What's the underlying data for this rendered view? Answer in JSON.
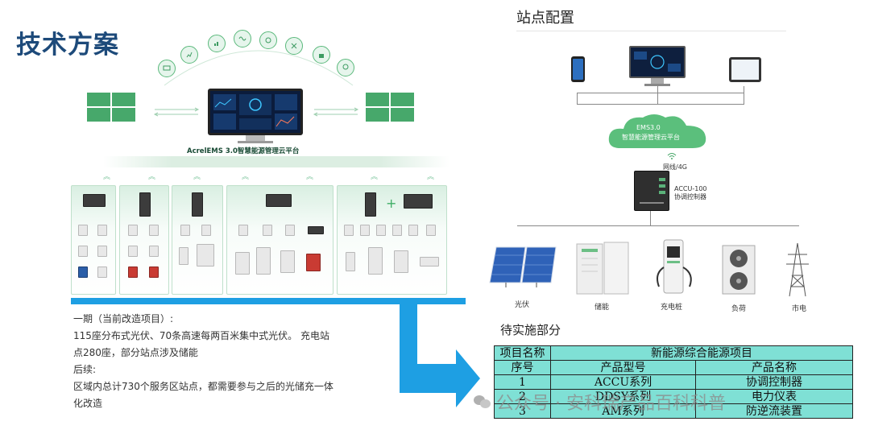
{
  "page_title": "技术方案",
  "platform": {
    "name": "AcrelEMS 3.0智慧能源管理云平台"
  },
  "phase": {
    "heading": "一期（当前改造项目）:",
    "line1": "115座分布式光伏、70条高速每两百米集中式光伏。 充电站",
    "line2": "点280座，部分站点涉及储能",
    "followup_heading": "后续:",
    "line3": "区域内总计730个服务区站点，都需要参与之后的光储充一体",
    "line4": "化改造"
  },
  "station": {
    "title": "站点配置",
    "cloud_line1": "EMS3.0",
    "cloud_line2": "智慧能源管理云平台",
    "network_label": "网线/4G",
    "controller_model": "ACCU-100",
    "controller_name": "协调控制器",
    "equipment": [
      {
        "label": "光伏",
        "icon": "solar-panel-icon"
      },
      {
        "label": "储能",
        "icon": "battery-cabinet-icon"
      },
      {
        "label": "充电桩",
        "icon": "ev-charger-icon"
      },
      {
        "label": "负荷",
        "icon": "ac-unit-icon"
      },
      {
        "label": "市电",
        "icon": "power-tower-icon"
      }
    ]
  },
  "pending": {
    "title": "待实施部分",
    "table": {
      "project_name_label": "项目名称",
      "project_name_value": "新能源综合能源项目",
      "col_no": "序号",
      "col_model": "产品型号",
      "col_product": "产品名称",
      "rows": [
        {
          "no": "1",
          "model": "ACCU系列",
          "product": "协调控制器"
        },
        {
          "no": "2",
          "model": "DDSY系列",
          "product": "电力仪表"
        },
        {
          "no": "3",
          "model": "AM系列",
          "product": "防逆流装置"
        }
      ]
    }
  },
  "watermark": {
    "text": "公众号 · 安科瑞产品百科科普"
  },
  "colors": {
    "title_blue": "#1d4a7a",
    "accent_green": "#47a86b",
    "cyan_bar": "#1e9fe3",
    "table_bg": "#7fe0d5"
  }
}
